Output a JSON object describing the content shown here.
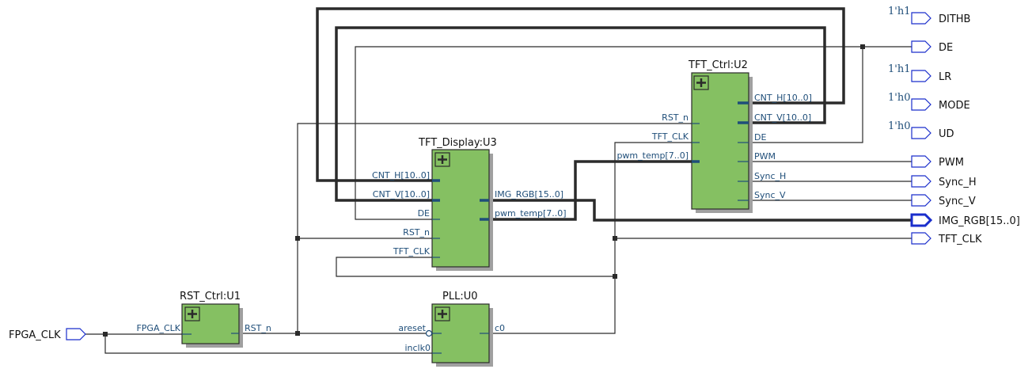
{
  "blocks": {
    "u0": {
      "title": "PLL:U0",
      "inputs": [
        "areset",
        "inclk0"
      ],
      "outputs": [
        "c0"
      ]
    },
    "u1": {
      "title": "RST_Ctrl:U1",
      "inputs": [
        "FPGA_CLK"
      ],
      "outputs": [
        "RST_n"
      ]
    },
    "u2": {
      "title": "TFT_Ctrl:U2",
      "inputs": [
        "RST_n",
        "TFT_CLK",
        "pwm_temp[7..0]"
      ],
      "outputs": [
        "CNT_H[10..0]",
        "CNT_V[10..0]",
        "DE",
        "PWM",
        "Sync_H",
        "Sync_V"
      ]
    },
    "u3": {
      "title": "TFT_Display:U3",
      "inputs": [
        "CNT_H[10..0]",
        "CNT_V[10..0]",
        "DE",
        "RST_n",
        "TFT_CLK"
      ],
      "outputs": [
        "IMG_RGB[15..0]",
        "pwm_temp[7..0]"
      ]
    }
  },
  "input_ports": [
    {
      "name": "FPGA_CLK"
    }
  ],
  "output_ports": [
    {
      "name": "DITHB",
      "const": "1'h1"
    },
    {
      "name": "DE",
      "const": ""
    },
    {
      "name": "LR",
      "const": "1'h1"
    },
    {
      "name": "MODE",
      "const": "1'h0"
    },
    {
      "name": "UD",
      "const": "1'h0"
    },
    {
      "name": "PWM",
      "const": ""
    },
    {
      "name": "Sync_H",
      "const": ""
    },
    {
      "name": "Sync_V",
      "const": ""
    },
    {
      "name": "IMG_RGB[15..0]",
      "const": ""
    },
    {
      "name": "TFT_CLK",
      "const": ""
    }
  ],
  "icons": {
    "expand": "plus-box-icon"
  }
}
